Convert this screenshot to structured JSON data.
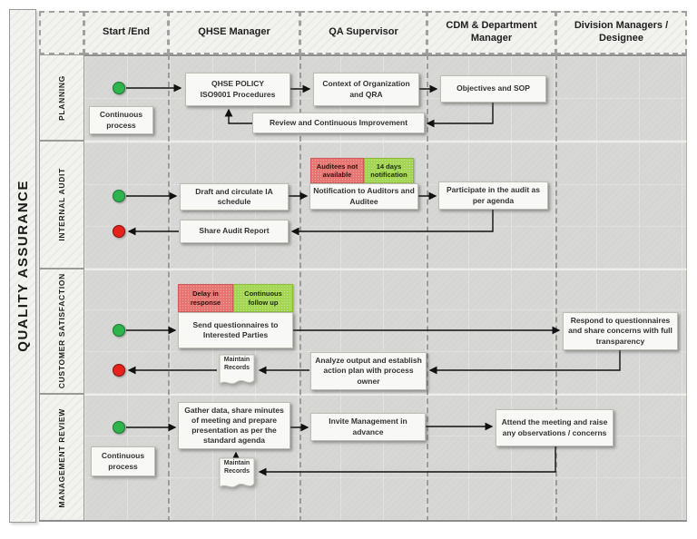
{
  "title": "QUALITY ASSURANCE",
  "header": {
    "columns": [
      "Start /End",
      "QHSE Manager",
      "QA Supervisor",
      "CDM & Department Manager",
      "Division Managers / Designee"
    ]
  },
  "colors": {
    "lane_background": "#d7d7d5",
    "panel_background": "#f2f2ef",
    "node_background": "#f8f8f6",
    "badge_red": "#e77672",
    "badge_green": "#a4d653",
    "start_dot": "#2eb34d",
    "end_dot": "#e5221c",
    "connector": "#111111"
  },
  "lanes": {
    "planning": {
      "label": "PLANNING",
      "nodes": {
        "continuous_process": "Continuous process",
        "qhse_policy": "QHSE POLICY\nISO9001 Procedures",
        "context_qra": "Context of Organization and QRA",
        "objectives_sop": "Objectives and SOP",
        "review_improvement": "Review and Continuous Improvement"
      }
    },
    "internal_audit": {
      "label": "INTERNAL AUDIT",
      "badges": {
        "red": "Auditees not available",
        "green": "14 days notification"
      },
      "nodes": {
        "draft_schedule": "Draft and circulate IA schedule",
        "notification": "Notification to Auditors and Auditee",
        "participate": "Participate in the audit as per agenda",
        "share_report": "Share Audit Report"
      }
    },
    "customer_satisfaction": {
      "label": "CUSTOMER SATISFACTION",
      "badges": {
        "red": "Delay in response",
        "green": "Continuous follow up"
      },
      "nodes": {
        "send_questionnaires": "Send questionnaires to Interested Parties",
        "respond": "Respond to questionnaires and share concerns with full transparency",
        "analyze": "Analyze output and establish action plan with process owner",
        "maintain_records": "Maintain Records"
      }
    },
    "management_review": {
      "label": "MANAGEMENT REVIEW",
      "nodes": {
        "continuous_process": "Continuous process",
        "gather": "Gather data, share minutes of meeting and prepare presentation as per the standard agenda",
        "invite": "Invite Management in advance",
        "attend": "Attend the meeting and raise any observations / concerns",
        "maintain_records": "Maintain Records"
      }
    }
  }
}
